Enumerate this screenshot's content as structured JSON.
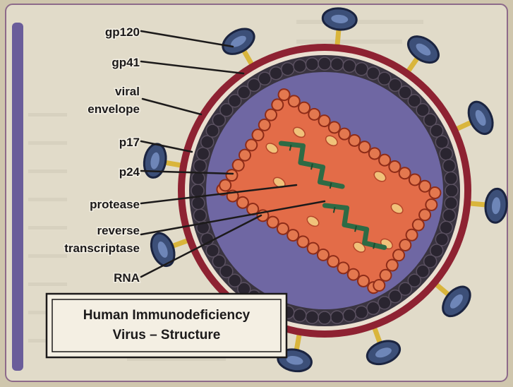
{
  "labels": {
    "gp120": "gp120",
    "gp41": "gp41",
    "viral_envelope_1": "viral",
    "viral_envelope_2": "envelope",
    "p17": "p17",
    "p24": "p24",
    "protease": "protease",
    "reverse_transcriptase_1": "reverse",
    "reverse_transcriptase_2": "transcriptase",
    "rna": "RNA"
  },
  "title": {
    "line1": "Human Immunodeficiency",
    "line2": "Virus – Structure"
  },
  "colors": {
    "page": "#cfc6ad",
    "panel": "#f1ece0",
    "accent_bar": "#6a5d9a",
    "envelope_outer": "#8e2232",
    "envelope_inner": "#3a3440",
    "interior": "#6f67a3",
    "capsid": "#e36c48",
    "capsid_bead": "#c94a2a",
    "rna": "#2e6b45",
    "spike": "#3c4f78",
    "stalk": "#d9b53c"
  }
}
